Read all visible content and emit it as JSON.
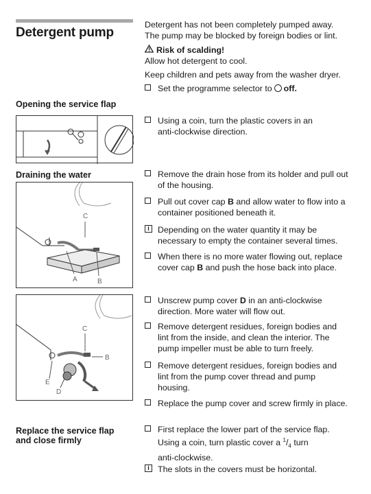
{
  "title": "Detergent pump",
  "intro": {
    "line1": "Detergent has not been completely pumped away.",
    "line2": "The pump may be blocked by foreign bodies or lint."
  },
  "warning": {
    "icon": "warning-triangle-icon",
    "heading": "Risk of scalding!",
    "line1": "Allow hot detergent to cool.",
    "line2": "Keep children and pets away from the washer dryer."
  },
  "step_selector": {
    "pre": "Set the programme selector to",
    "post": "off."
  },
  "sections": {
    "opening": "Opening the service flap",
    "draining": "Draining the water",
    "replace_line1": "Replace the service flap",
    "replace_line2": "and close firmly"
  },
  "opening_steps": {
    "s1a": "Using a coin, turn the plastic covers in an",
    "s1b": "anti-clockwise direction."
  },
  "draining_steps": {
    "s1a": "Remove the drain hose from its holder and pull out",
    "s1b": "of the housing.",
    "s2a_pre": "Pull out cover cap",
    "s2a_bold": "B",
    "s2a_post": "and allow water to flow into a",
    "s2b": "container positioned beneath it.",
    "s3a": "Depending on the water quantity it may be",
    "s3b": "necessary to empty the container several times.",
    "s4a": "When there is no more water flowing out, replace",
    "s4b_pre": "cover cap",
    "s4b_bold": "B",
    "s4b_post": "and  push the hose back into place."
  },
  "pump_steps": {
    "s1a_pre": "Unscrew pump cover",
    "s1a_bold": "D",
    "s1a_post": "in an anti-clockwise",
    "s1b": "direction. More water will flow out.",
    "s2a": "Remove detergent residues, foreign bodies and",
    "s2b": "lint from the inside, and clean the interior. The",
    "s2c": "pump impeller must be able to turn freely.",
    "s3a": "Remove detergent residues, foreign bodies and",
    "s3b": "lint from the pump cover thread and pump",
    "s3c": "housing.",
    "s4": "Replace the pump cover and screw firmly in place."
  },
  "replace_steps": {
    "s1a": "First replace the lower part of the service flap.",
    "s1b_pre": "Using a coin, turn plastic cover a",
    "s1b_num": "1",
    "s1b_den": "4",
    "s1b_post": "turn",
    "s1c": "anti-clockwise.",
    "s2": "The slots in the covers must be horizontal."
  },
  "info_icon": "i",
  "figure_labels": {
    "fig2": {
      "a": "A",
      "b": "B",
      "c": "C"
    },
    "fig3": {
      "b": "B",
      "c": "C",
      "d": "D",
      "e": "E"
    }
  }
}
